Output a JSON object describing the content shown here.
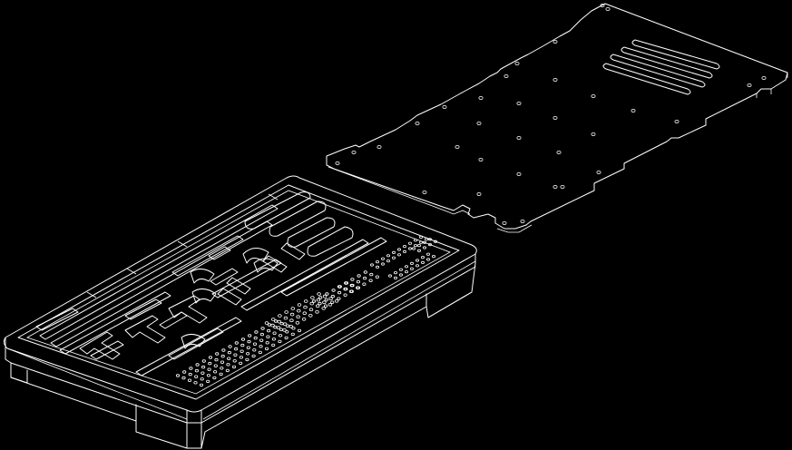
{
  "viewport": {
    "background": "#000000",
    "line_color": "#ffffff"
  },
  "drawing": {
    "type": "isometric-wireframe",
    "parts": [
      "tray-base",
      "cover-plate"
    ]
  }
}
